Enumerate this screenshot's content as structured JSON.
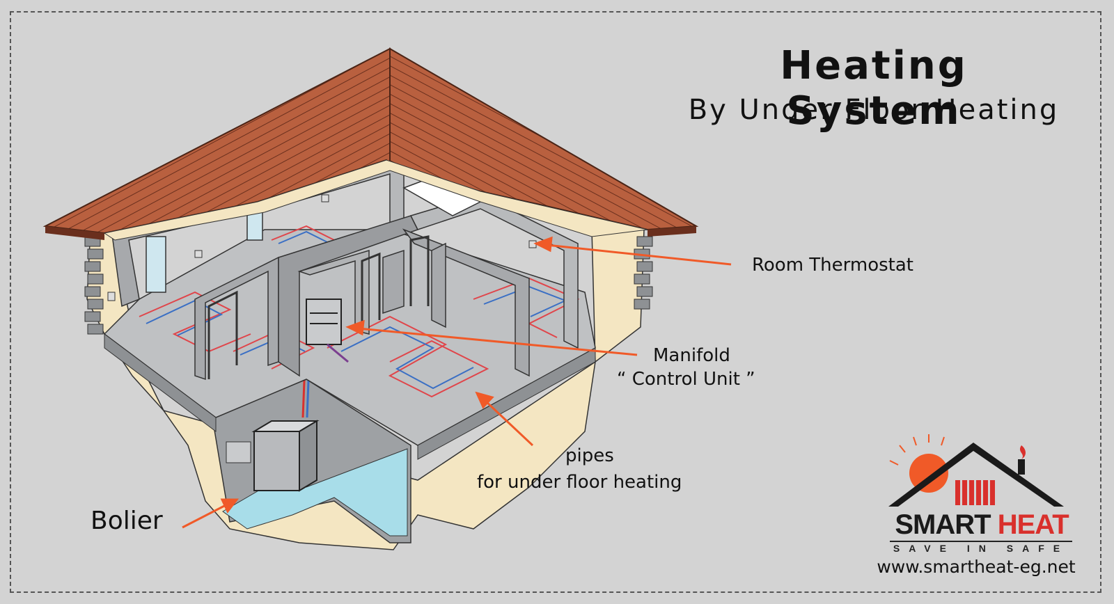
{
  "title": "Heating System",
  "subtitle": "By Under Floor Heating",
  "labels": {
    "room_thermostat": "Room Thermostat",
    "manifold_line1": "Manifold",
    "manifold_line2": "“ Control Unit ”",
    "pipes_line1": "pipes",
    "pipes_line2": "for under floor heating",
    "boiler": "Bolier"
  },
  "logo": {
    "name_part1": "SMART",
    "name_part2": "HEAT",
    "tagline": "SAVE IN SAFE",
    "url": "www.smartheat-eg.net"
  },
  "colors": {
    "background": "#d3d3d3",
    "arrow": "#f05a28",
    "roof": "#b45a3c",
    "pipe_red": "#e0454a",
    "pipe_blue": "#3a6fc4",
    "water": "#a8dde9",
    "wall": "#a7a9ac",
    "earth": "#f4e6c2",
    "logo_red": "#d9302c"
  }
}
